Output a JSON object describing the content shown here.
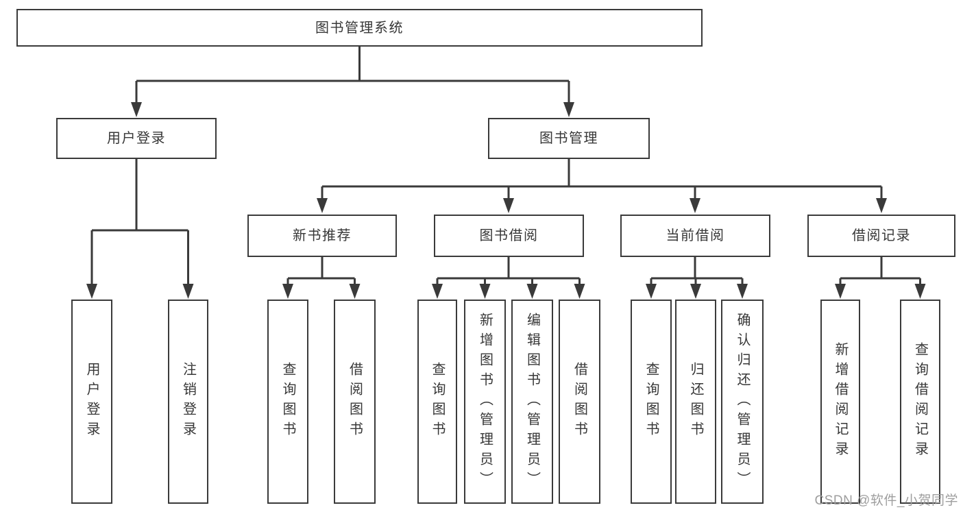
{
  "tree": {
    "label": "图书管理系统",
    "children": [
      {
        "label": "用户登录",
        "children": [
          {
            "label": "用户登录"
          },
          {
            "label": "注销登录"
          }
        ]
      },
      {
        "label": "图书管理",
        "children": [
          {
            "label": "新书推荐",
            "children": [
              {
                "label": "查询图书"
              },
              {
                "label": "借阅图书"
              }
            ]
          },
          {
            "label": "图书借阅",
            "children": [
              {
                "label": "查询图书"
              },
              {
                "label": "新增图书（管理员）"
              },
              {
                "label": "编辑图书（管理员）"
              },
              {
                "label": "借阅图书"
              }
            ]
          },
          {
            "label": "当前借阅",
            "children": [
              {
                "label": "查询图书"
              },
              {
                "label": "归还图书"
              },
              {
                "label": "确认归还（管理员）"
              }
            ]
          },
          {
            "label": "借阅记录",
            "children": [
              {
                "label": "新增借阅记录"
              },
              {
                "label": "查询借阅记录"
              }
            ]
          }
        ]
      }
    ]
  },
  "watermark": {
    "text": "CSDN @软件_小贺同学"
  },
  "colors": {
    "line": "#3a3a3a",
    "box_border": "#3a3a3a",
    "text": "#373737",
    "watermark": "#9e9e9e",
    "background": "#ffffff"
  }
}
